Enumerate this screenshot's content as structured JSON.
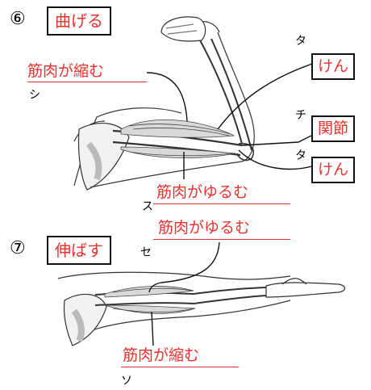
{
  "section6": {
    "number": "⑥",
    "action": "曲げる",
    "label_contract": "筋肉が縮む",
    "label_relax": "筋肉がゆるむ",
    "tendon_top": "けん",
    "joint": "関節",
    "tendon_bottom": "けん",
    "blank_shi": "シ",
    "blank_ta_top": "タ",
    "blank_chi": "チ",
    "blank_ta_bottom": "タ",
    "blank_su": "ス"
  },
  "section7": {
    "number": "⑦",
    "action": "伸ばす",
    "label_relax": "筋肉がゆるむ",
    "label_contract": "筋肉が縮む",
    "blank_se": "セ",
    "blank_so": "ソ"
  },
  "colors": {
    "answer": "#e8322d",
    "line": "#111111",
    "bone": "#9e9e9e"
  }
}
